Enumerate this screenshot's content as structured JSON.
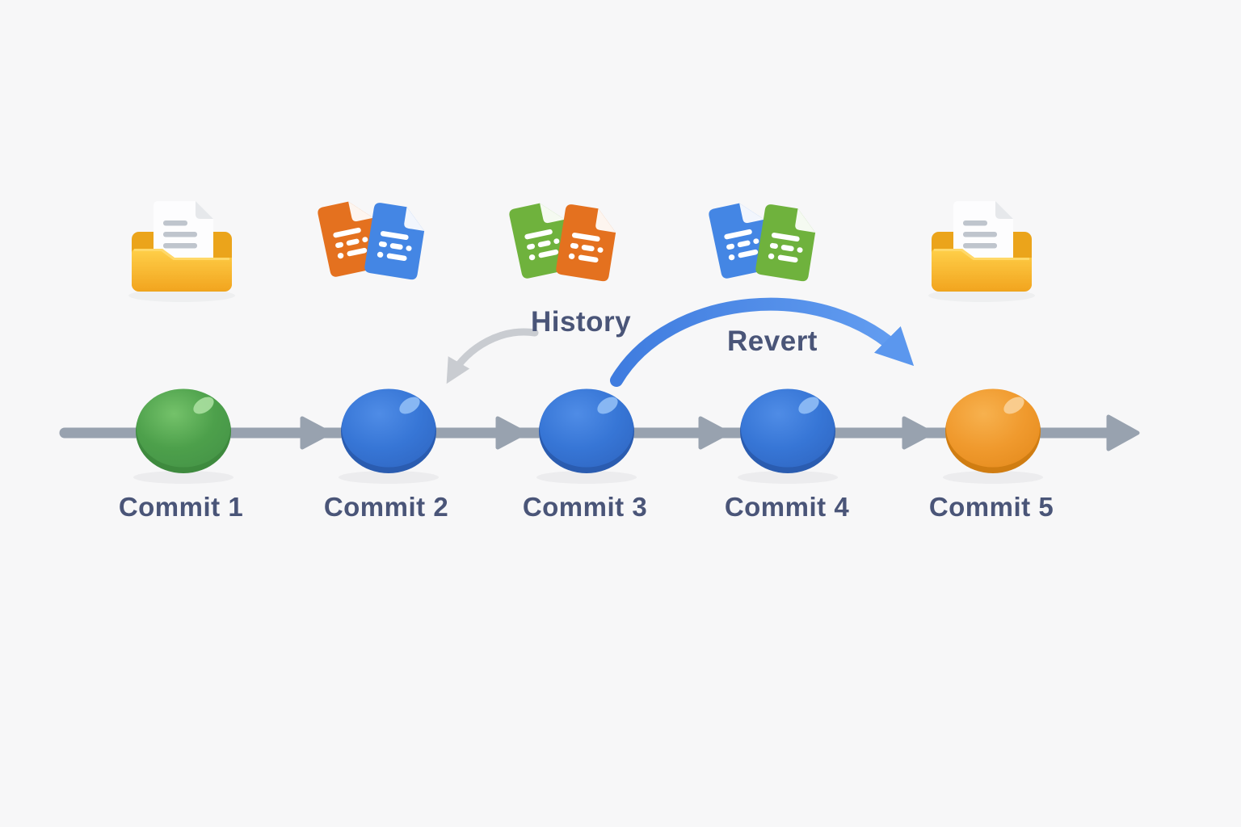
{
  "page": {
    "background": "#f7f7f8",
    "description": "Git commit timeline diagram with History and Revert annotations"
  },
  "timeline": {
    "color": "#98a2af",
    "direction": "left-to-right",
    "arrowheads_between_commits": 4,
    "end_arrowhead": 1
  },
  "annotations": {
    "history": {
      "label": "History",
      "arrow_color": "#c9ccd1",
      "points_toward": "Commit 2"
    },
    "revert": {
      "label": "Revert",
      "arrow_color_start": "#3f7cdf",
      "arrow_color_end": "#66a0f2",
      "from": "Commit 3",
      "to": "Commit 5"
    }
  },
  "commits": [
    {
      "label": "Commit 1",
      "node_color": "#4da04b",
      "icon": "folder-with-document"
    },
    {
      "label": "Commit 2",
      "node_color": "#3776d6",
      "icon": "document-pair-orange-blue"
    },
    {
      "label": "Commit 3",
      "node_color": "#3776d6",
      "icon": "document-pair-green-orange"
    },
    {
      "label": "Commit 4",
      "node_color": "#3776d6",
      "icon": "document-pair-blue-green"
    },
    {
      "label": "Commit 5",
      "node_color": "#f09a2e",
      "icon": "folder-with-document"
    }
  ],
  "icon_colors": {
    "doc_orange": "#e4711f",
    "doc_blue": "#4486e4",
    "doc_green": "#6fb23d",
    "folder_front_top": "#ffd04a",
    "folder_front_bottom": "#f2a51f",
    "folder_back": "#eba41b",
    "paper": "#fdfdfe",
    "paper_lines": "#bfc5cd",
    "label_text": "#4a5578"
  }
}
